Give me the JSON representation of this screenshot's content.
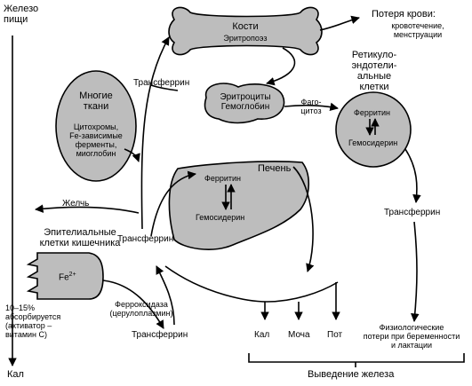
{
  "labels": {
    "food_iron": "Железо\nпищи",
    "feces_left": "Кал",
    "bones": "Кости",
    "erythropoiesis": "Эритропоэз",
    "blood_loss_title": "Потеря крови:",
    "blood_loss_detail": "кровотечение,\nменструации",
    "reticulo_title": "Ретикуло-\nэндотели-\nальные\nклетки",
    "reticulo_ferritin": "Ферритин",
    "reticulo_hemosiderin": "Гемосидерин",
    "erythrocytes": "Эритроциты\nГемоглобин",
    "phagocytosis": "Фаго-\nцитоз",
    "transferrin_top": "Трансферрин",
    "many_tissues_title": "Многие\nткани",
    "many_tissues_detail": "Цитохромы,\nFe-зависимые\nферменты,\nмиоглобин",
    "liver": "Печень",
    "liver_ferritin": "Ферритин",
    "liver_hemosiderin": "Гемосидерин",
    "transferrin_right": "Трансферрин",
    "bile": "Желчь",
    "intestinal_cells": "Эпителиальные\nклетки кишечника",
    "transferrin_mid": "Трансферрин",
    "fe2": "Fe",
    "fe2_charge": "2+",
    "absorption": "10–15%\nабсорбируется\n(активатор –\nвитамин С)",
    "ferroxidase": "Ферроксидаза\n(церулоплазмин)",
    "transferrin_bottom": "Трансферрин",
    "out_feces": "Кал",
    "out_urine": "Моча",
    "out_sweat": "Пот",
    "out_physio": "Физиологические\nпотери при беременности\nи лактации",
    "iron_excretion": "Выведение железа"
  }
}
